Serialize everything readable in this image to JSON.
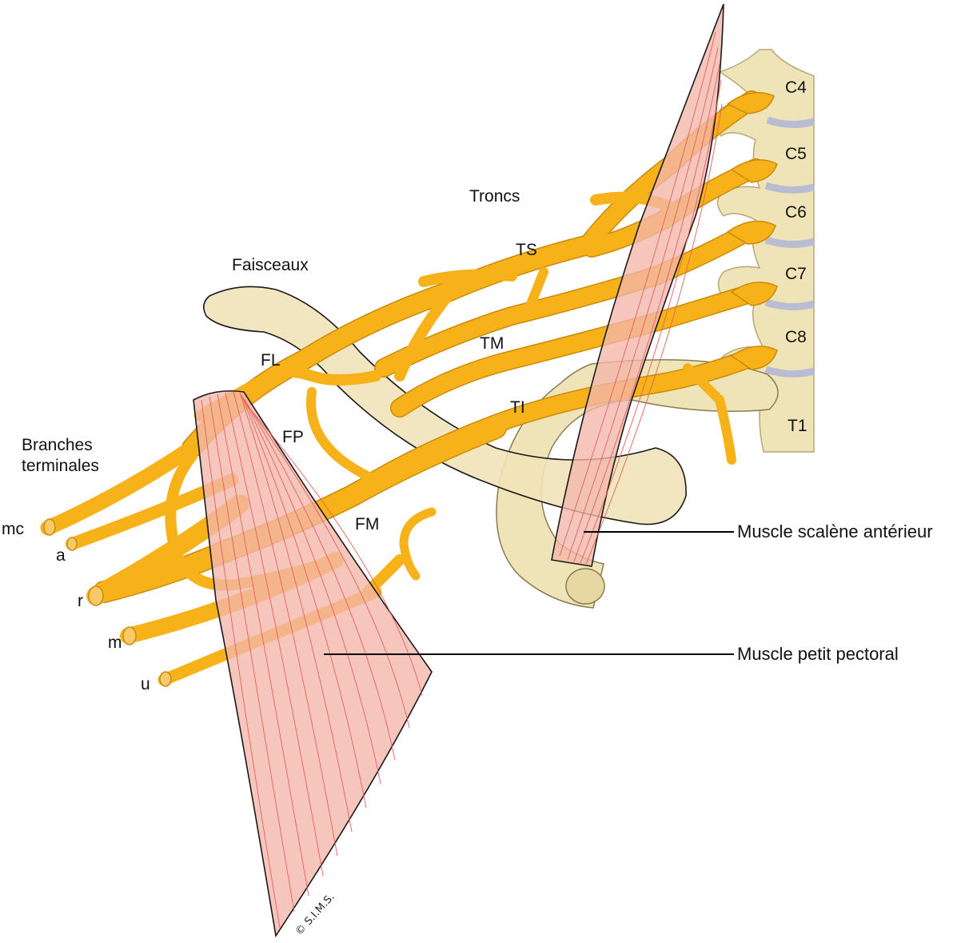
{
  "colors": {
    "nerve": "#f7b219",
    "nerve_outline": "#c98b0a",
    "bone": "#efe3b8",
    "bone_outline": "#b8a777",
    "muscle": "#f4b6aa",
    "muscle_fiber": "#e3605a",
    "disc": "#b9bcd2",
    "leader_line": "#000000"
  },
  "labels": {
    "troncs": "Troncs",
    "faisceaux": "Faisceaux",
    "branches_line1": "Branches",
    "branches_line2": "terminales",
    "ts": "TS",
    "tm": "TM",
    "ti": "TI",
    "fl": "FL",
    "fp": "FP",
    "fm": "FM",
    "c4": "C4",
    "c5": "C5",
    "c6": "C6",
    "c7": "C7",
    "c8": "C8",
    "t1": "T1",
    "mc": "mc",
    "a": "a",
    "r": "r",
    "m": "m",
    "u": "u",
    "scalene": "Muscle scalène antérieur",
    "pectoral": "Muscle petit pectoral",
    "copyright": "© S.I.M.S."
  }
}
